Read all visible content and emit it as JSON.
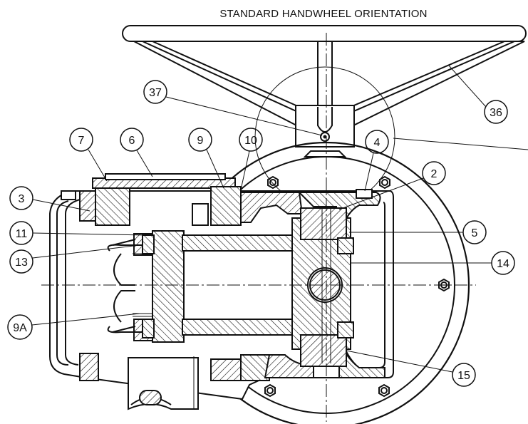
{
  "title": "STANDARD HANDWHEEL ORIENTATION",
  "callouts": [
    {
      "id": "37",
      "label": "37"
    },
    {
      "id": "36",
      "label": "36"
    },
    {
      "id": "7",
      "label": "7"
    },
    {
      "id": "6",
      "label": "6"
    },
    {
      "id": "9",
      "label": "9"
    },
    {
      "id": "10",
      "label": "10"
    },
    {
      "id": "4",
      "label": "4"
    },
    {
      "id": "2",
      "label": "2"
    },
    {
      "id": "3",
      "label": "3"
    },
    {
      "id": "11",
      "label": "11"
    },
    {
      "id": "5",
      "label": "5"
    },
    {
      "id": "13",
      "label": "13"
    },
    {
      "id": "14",
      "label": "14"
    },
    {
      "id": "9A",
      "label": "9A"
    },
    {
      "id": "15",
      "label": "15"
    }
  ]
}
